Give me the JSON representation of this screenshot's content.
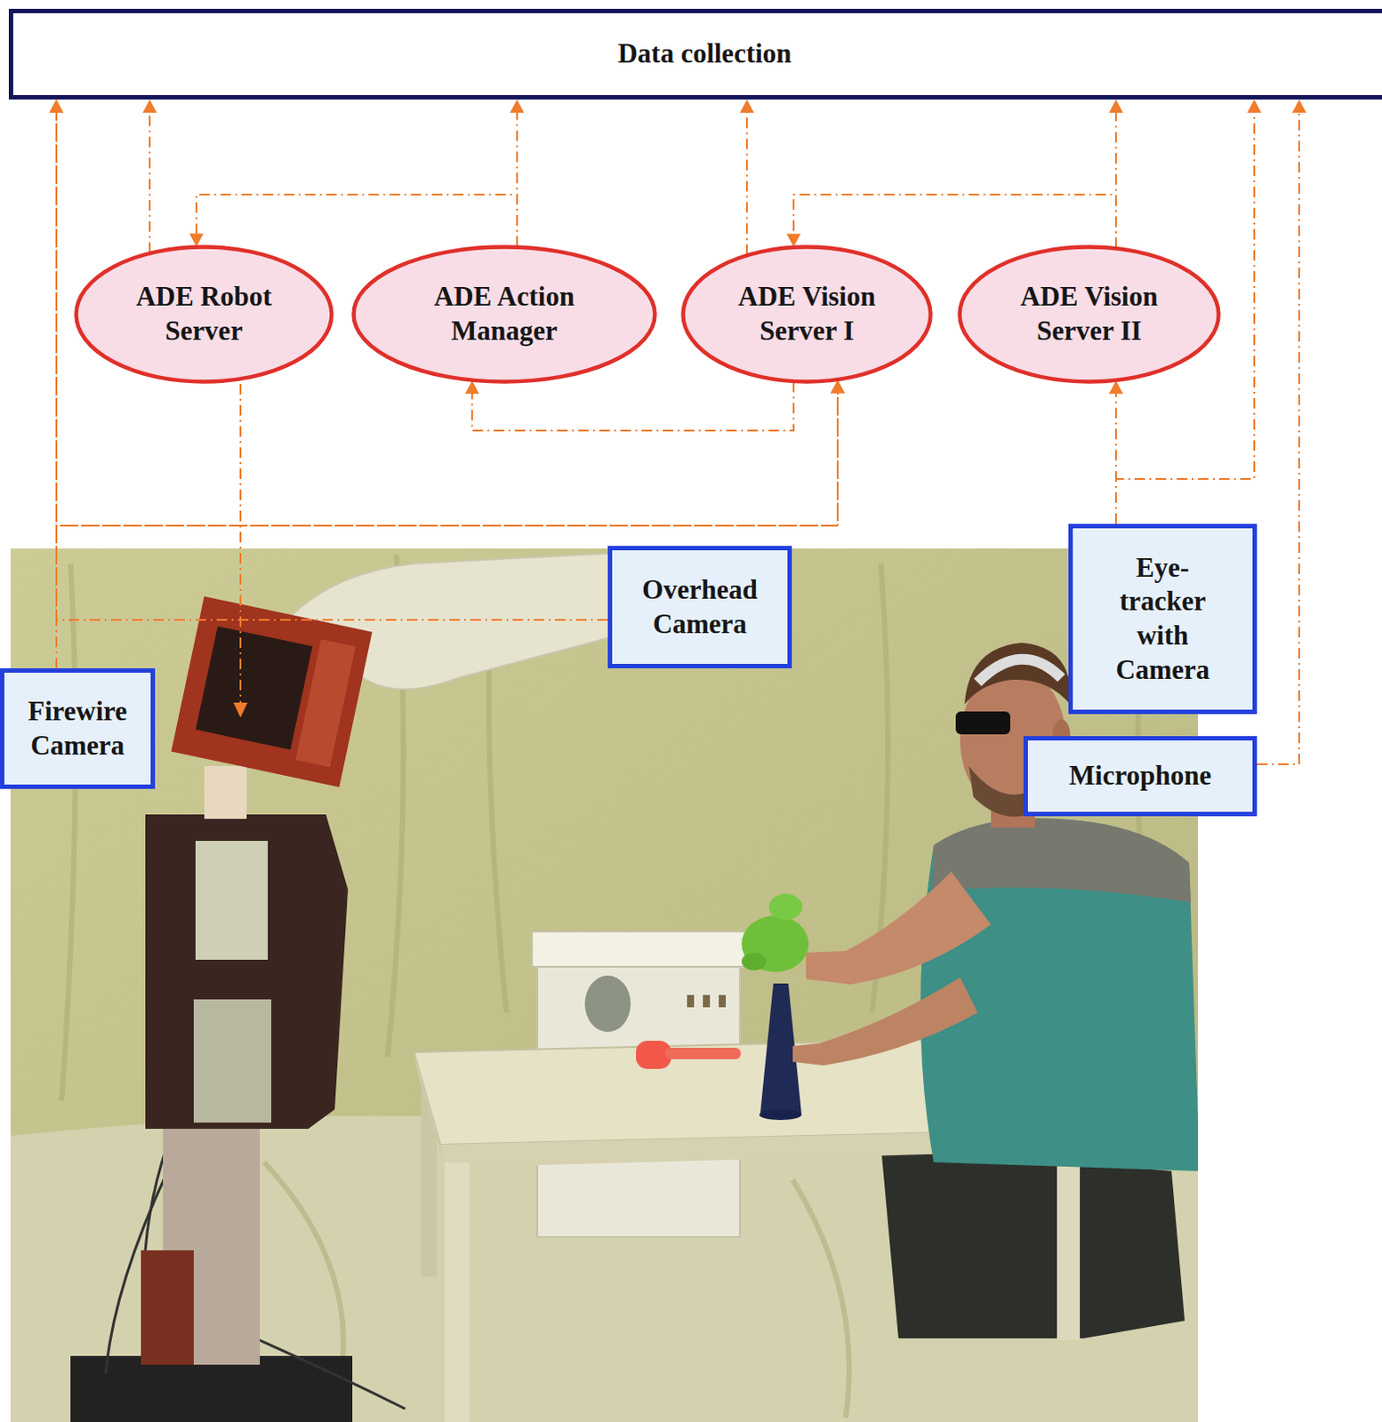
{
  "diagram": {
    "nodes": [
      {
        "text": [
          "Data collection"
        ]
      },
      {
        "text": [
          "ADE Robot Server"
        ]
      },
      {
        "text": [
          "ADE Action Manager"
        ]
      },
      {
        "text": [
          "ADE Vision Server I"
        ]
      },
      {
        "text": [
          "ADE Vision Server II"
        ]
      },
      {
        "text": [
          "Overhead Camera"
        ]
      },
      {
        "text": [
          "Eye-tracker with Camera"
        ]
      },
      {
        "text": [
          "Firewire Camera"
        ]
      },
      {
        "text": [
          "Microphone"
        ]
      }
    ],
    "edges": [
      {
        "from": 7,
        "to": 0,
        "arrow": "to"
      },
      {
        "from": 5,
        "to": 0,
        "arrow": "to"
      },
      {
        "from": 7,
        "to": 3,
        "arrow": "to"
      },
      {
        "from": 5,
        "to": 3,
        "arrow": "to"
      },
      {
        "from": 1,
        "to": 0,
        "arrow": "to"
      },
      {
        "from": 2,
        "to": 0,
        "arrow": "to"
      },
      {
        "from": 2,
        "to": 1,
        "arrow": "to"
      },
      {
        "from": 3,
        "to": 0,
        "arrow": "to"
      },
      {
        "from": 4,
        "to": 0,
        "arrow": "to"
      },
      {
        "from": 4,
        "to": 3,
        "arrow": "to"
      },
      {
        "from": 3,
        "to": 2,
        "arrow": "to"
      },
      {
        "from": 6,
        "to": 4,
        "arrow": "to"
      },
      {
        "from": 6,
        "to": 0,
        "arrow": "to"
      },
      {
        "from": 8,
        "to": 0,
        "arrow": "to"
      }
    ]
  }
}
